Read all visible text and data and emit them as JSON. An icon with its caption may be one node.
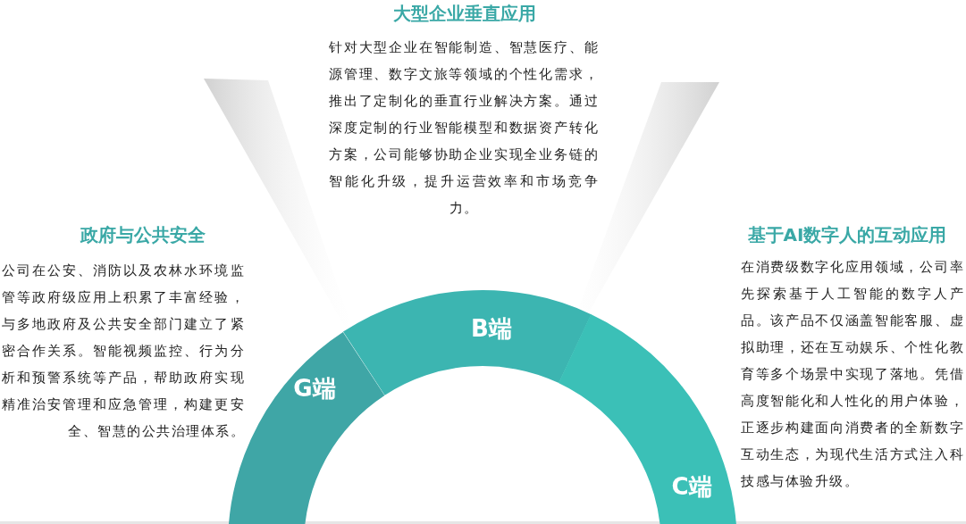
{
  "diagram": {
    "nodes": [
      {
        "text": [
          "G端"
        ]
      },
      {
        "text": [
          "B端"
        ]
      },
      {
        "text": [
          "C端"
        ]
      }
    ],
    "edges": [],
    "labels": [
      "大型企业垂直应用",
      "针对大型企业在智能制造、智慧医疗、能源管理、数字文旅等领域的个性化需求，推出了定制化的垂直行业解决方案。通过深度定制的行业智能模型和数据资产转化方案，公司能够协助企业实现全业务链的智能化升级，提升运营效率和市场竞争力。",
      "政府与公共安全",
      "公司在公安、消防以及农林水环境监管等政府级应用上积累了丰富经验，与多地政府及公共安全部门建立了紧密合作关系。智能视频监控、行为分析和预警系统等产品，帮助政府实现精准治安管理和应急管理，构建更安全、智慧的公共治理体系。",
      "基于AI数字人的互动应用",
      "在消费级数字化应用领域，公司率先探索基于人工智能的数字人产品。该产品不仅涵盖智能客服、虚拟助理，还在互动娱乐、个性化教育等多个场景中实现了落地。凭借高度智能化和人性化的用户体验，正逐步构建面向消费者的全新数字互动生态，为现代生活方式注入科技感与体验升级。"
    ]
  }
}
